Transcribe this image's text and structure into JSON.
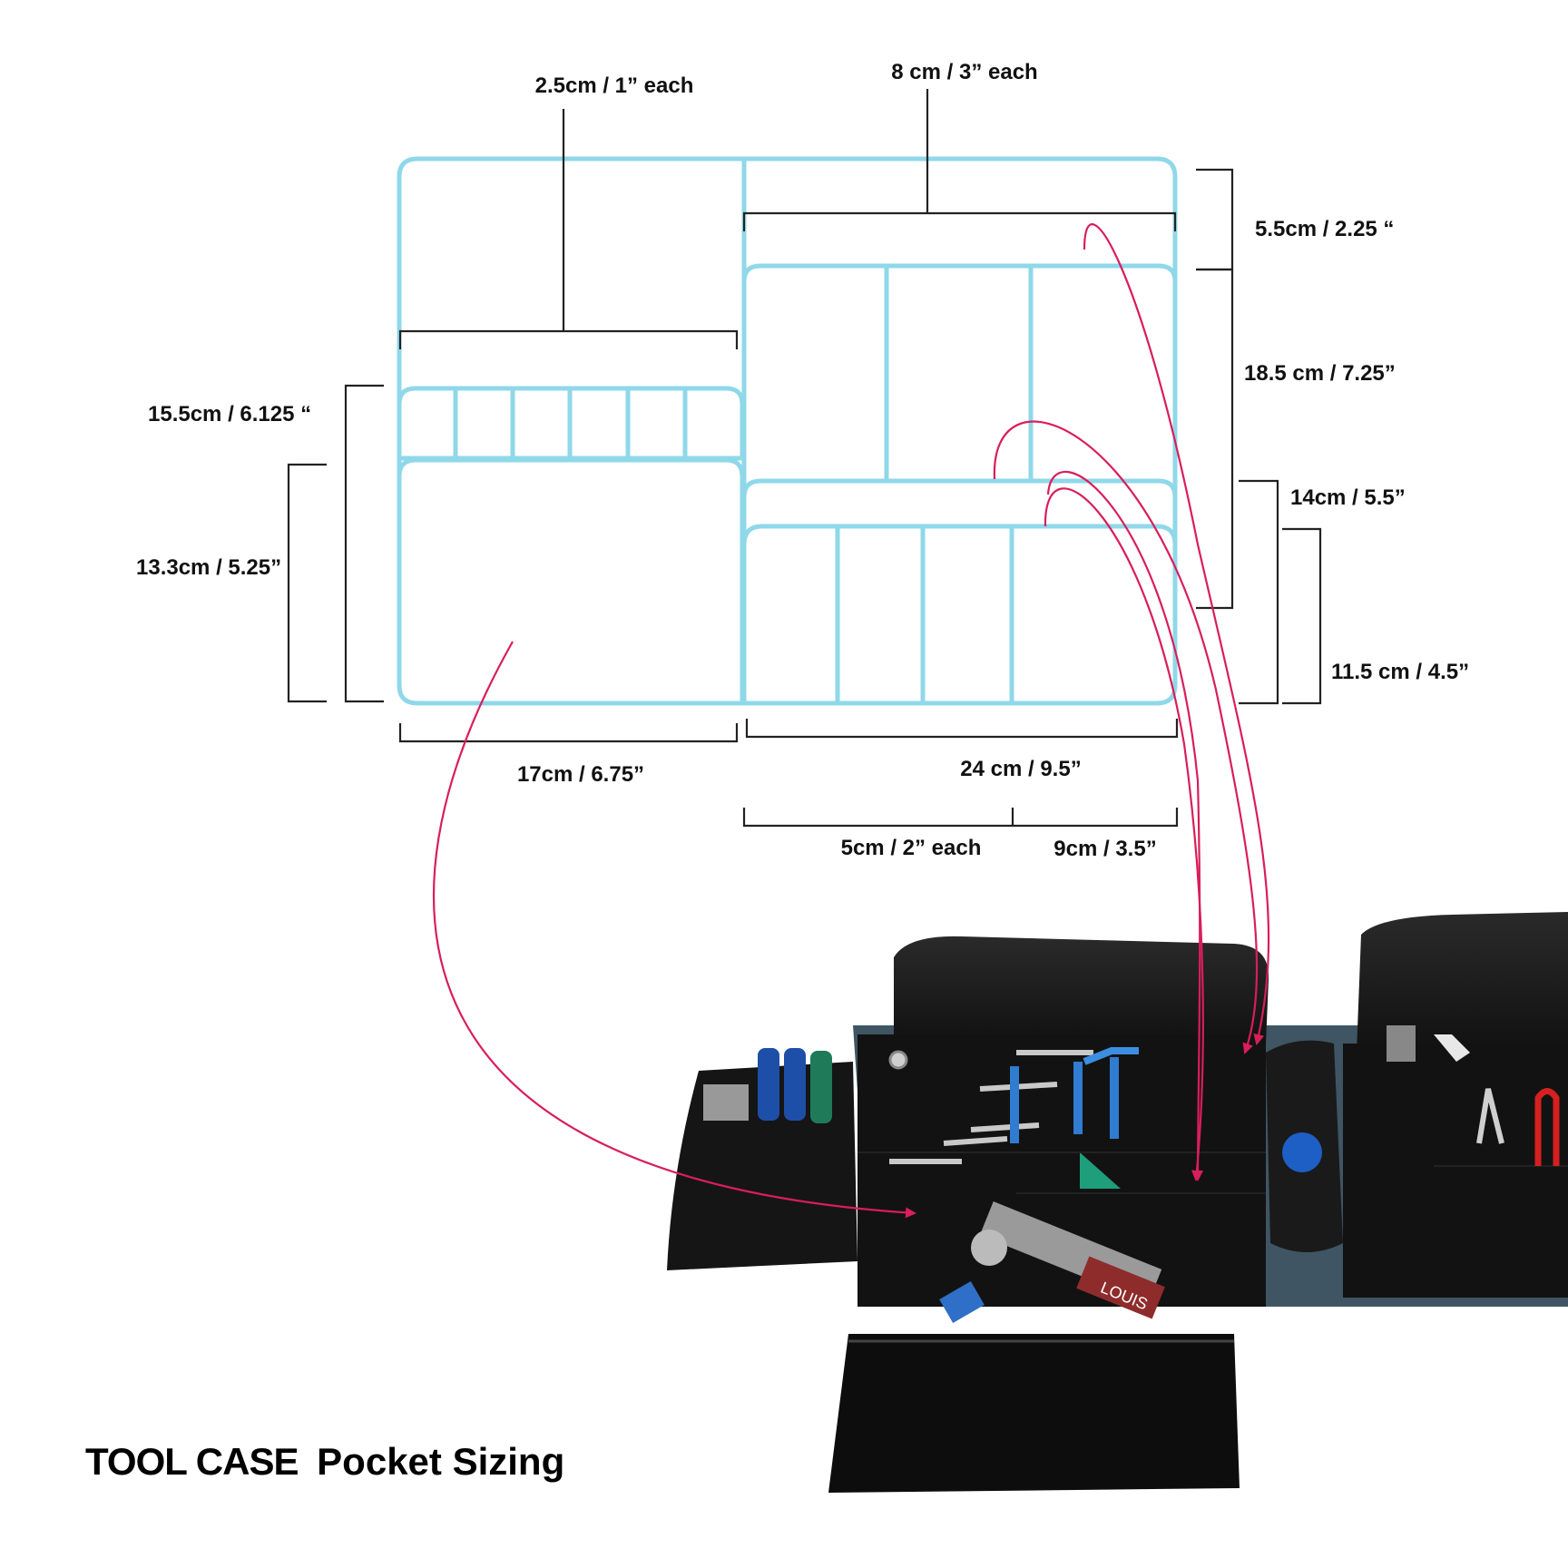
{
  "title": {
    "bold": "TOOL CASE",
    "rest": "Pocket Sizing"
  },
  "dimensions": {
    "top_left_each": "2.5cm / 1” each",
    "top_right_each": "8 cm /  3” each",
    "right_top": "5.5cm / 2.25 “",
    "right_middle": "18.5 cm / 7.25”",
    "right_lower": "14cm / 5.5”",
    "right_bottom": "11.5 cm / 4.5”",
    "left_outer": "15.5cm /  6.125 “",
    "left_inner": "13.3cm / 5.25”",
    "bottom_left": "17cm / 6.75”",
    "bottom_right": "24 cm / 9.5”",
    "bottom_each": "5cm / 2” each",
    "bottom_last": "9cm / 3.5”"
  },
  "photo": {
    "brand_text": "LOUIS"
  },
  "colors": {
    "pocket_outline": "#8fd8ea",
    "arrow": "#d81e5b",
    "bracket": "#222222",
    "bag_fabric": "#141414",
    "bag_shell": "#3f5563"
  },
  "icons": [
    "arrow-icon",
    "tool-icon",
    "zipper-icon"
  ]
}
